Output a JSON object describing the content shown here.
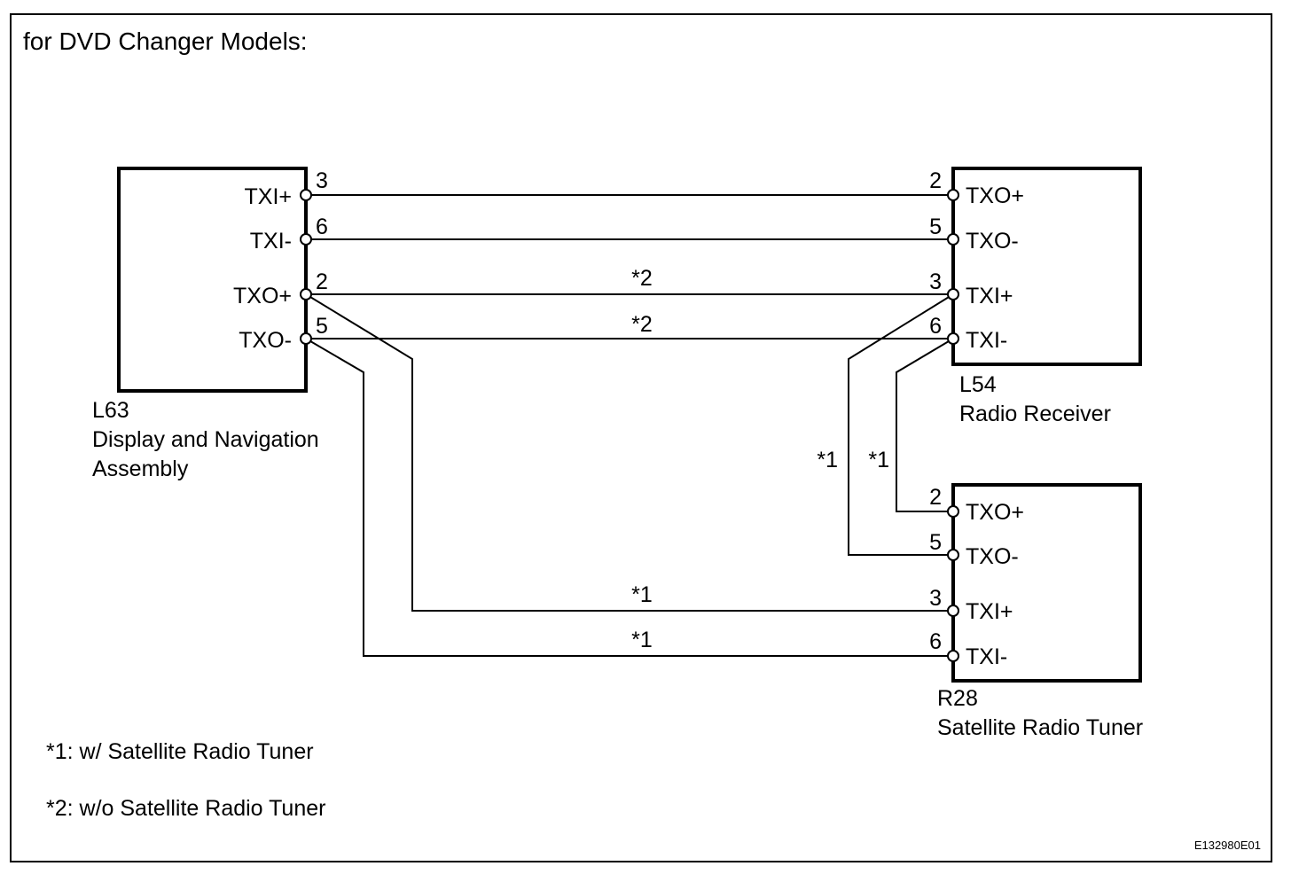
{
  "title": "for DVD Changer Models:",
  "figure_id": "E132980E01",
  "legend": [
    {
      "mark": "*1",
      "text": "*1: w/ Satellite Radio Tuner"
    },
    {
      "mark": "*2",
      "text": "*2: w/o Satellite Radio Tuner"
    }
  ],
  "components": {
    "L63": {
      "code": "L63",
      "name_lines": [
        "Display and Navigation",
        "Assembly"
      ],
      "pins": [
        {
          "signal": "TXI+",
          "pin": "3"
        },
        {
          "signal": "TXI-",
          "pin": "6"
        },
        {
          "signal": "TXO+",
          "pin": "2"
        },
        {
          "signal": "TXO-",
          "pin": "5"
        }
      ]
    },
    "L54": {
      "code": "L54",
      "name_lines": [
        "Radio Receiver"
      ],
      "pins": [
        {
          "signal": "TXO+",
          "pin": "2"
        },
        {
          "signal": "TXO-",
          "pin": "5"
        },
        {
          "signal": "TXI+",
          "pin": "3"
        },
        {
          "signal": "TXI-",
          "pin": "6"
        }
      ]
    },
    "R28": {
      "code": "R28",
      "name_lines": [
        "Satellite Radio Tuner"
      ],
      "pins": [
        {
          "signal": "TXO+",
          "pin": "2"
        },
        {
          "signal": "TXO-",
          "pin": "5"
        },
        {
          "signal": "TXI+",
          "pin": "3"
        },
        {
          "signal": "TXI-",
          "pin": "6"
        }
      ]
    }
  },
  "wire_marks": {
    "l63_txo_plus_to_l54": "*2",
    "l63_txo_minus_to_l54": "*2",
    "l63_txo_plus_to_r28": "*1",
    "l63_txo_minus_to_r28": "*1",
    "l54_txi_plus_to_r28": "*1",
    "l54_txi_minus_to_r28": "*1"
  }
}
